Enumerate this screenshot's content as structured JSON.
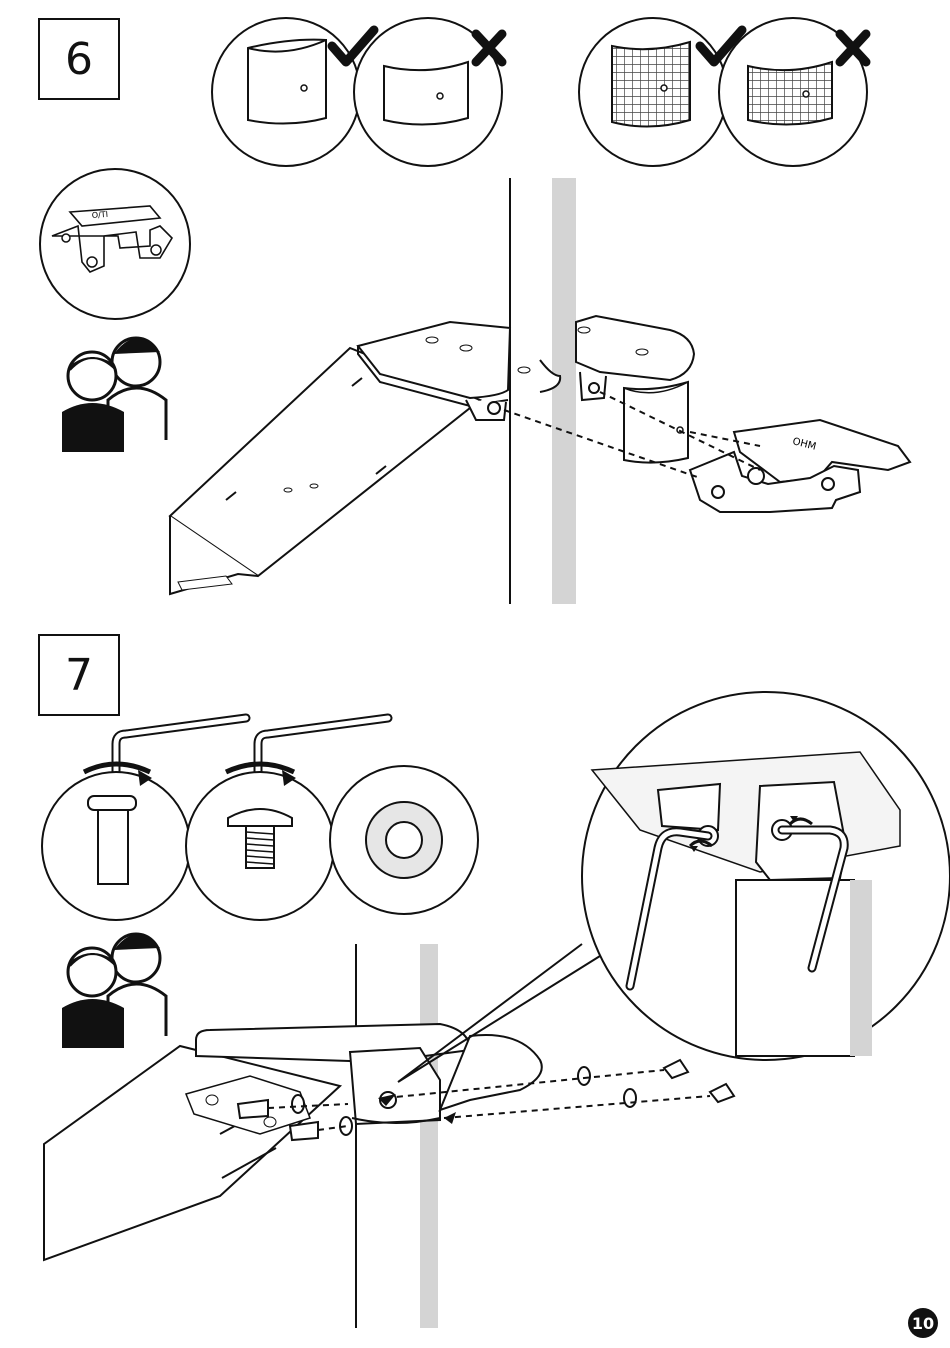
{
  "steps": [
    {
      "number": "6"
    },
    {
      "number": "7"
    }
  ],
  "page": {
    "number": "10"
  },
  "icons": {
    "check": "checkmark-icon",
    "cross": "cross-icon",
    "two_people": "two-people-icon",
    "hex_key": "hex-key-icon"
  },
  "colors": {
    "ink": "#111111",
    "pole": "#d4d4d4",
    "fill": "#ffffff",
    "dark": "#111111"
  }
}
